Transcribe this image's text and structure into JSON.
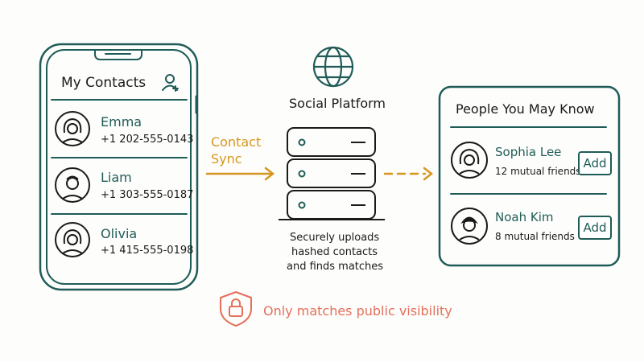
{
  "colors": {
    "teal": "#1f5c58",
    "orange": "#d6961e",
    "coral": "#e56f5a",
    "ink": "#1a1a1a"
  },
  "phone": {
    "title": "My Contacts",
    "add_contact_icon": "add-user-icon",
    "contacts": [
      {
        "name": "Emma",
        "phone": "+1 202-555-0143",
        "avatar": "woman-avatar-icon"
      },
      {
        "name": "Liam",
        "phone": "+1 303-555-0187",
        "avatar": "man-avatar-icon"
      },
      {
        "name": "Olivia",
        "phone": "+1 415-555-0198",
        "avatar": "woman-avatar-icon"
      }
    ]
  },
  "sync_label_line1": "Contact",
  "sync_label_line2": "Sync",
  "platform": {
    "title": "Social Platform",
    "icon": "globe-icon",
    "server_icon": "server-stack-icon",
    "desc_line1": "Securely uploads",
    "desc_line2": "hashed contacts",
    "desc_line3": "and finds matches"
  },
  "suggestions": {
    "title": "People You May Know",
    "people": [
      {
        "name": "Sophia Lee",
        "mutual": "12 mutual friends",
        "button": "Add",
        "avatar": "woman-avatar-icon"
      },
      {
        "name": "Noah Kim",
        "mutual": "8 mutual friends",
        "button": "Add",
        "avatar": "man-dark-hair-avatar-icon"
      }
    ]
  },
  "privacy": {
    "icon": "shield-lock-icon",
    "text": "Only matches public visibility"
  }
}
